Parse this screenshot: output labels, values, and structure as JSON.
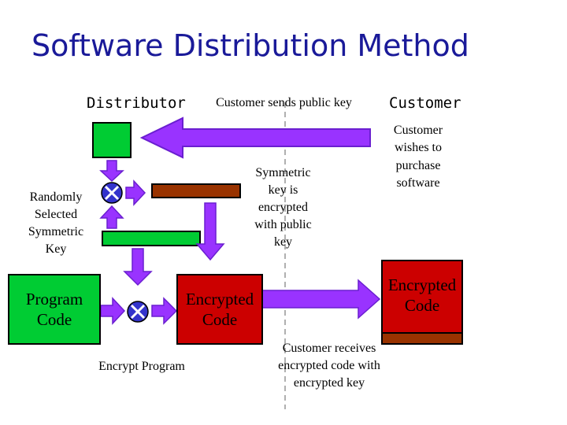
{
  "title": "Software Distribution Method",
  "labels": {
    "distributor": "Distributor",
    "customer": "Customer",
    "customer_sends_public_key": "Customer sends public key",
    "customer_wishes": "Customer wishes to purchase software",
    "symmetric_key_encrypted": "Symmetric key is encrypted with public key",
    "randomly_selected_key": "Randomly Selected Symmetric Key",
    "program_code": "Program Code",
    "encrypted_code_middle": "Encrypted Code",
    "encrypted_code_right": "Encrypted Code",
    "encrypt_program": "Encrypt Program",
    "customer_receives": "Customer receives encrypted code with encrypted key"
  },
  "colors": {
    "title": "#1a1a99",
    "green": "#00cc33",
    "red": "#cc0000",
    "brown": "#993300",
    "arrow": "#9933ff",
    "arrow_stroke": "#6a1fd0",
    "encrypt_node": "#3333cc",
    "divider": "#b0b0b0"
  }
}
